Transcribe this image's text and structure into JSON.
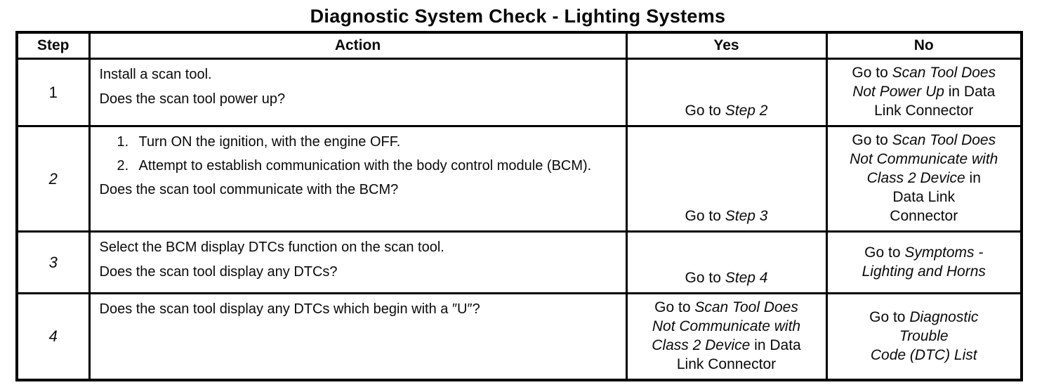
{
  "title": "Diagnostic System Check - Lighting Systems",
  "table": {
    "headers": [
      "Step",
      "Action",
      "Yes",
      "No"
    ],
    "rows": [
      {
        "step": {
          "text": "1",
          "italic": false
        },
        "action": [
          {
            "kind": "text",
            "text": "Install a scan tool."
          },
          {
            "kind": "text",
            "text": "Does the scan tool power up?"
          }
        ],
        "yes": {
          "valign": "bottom",
          "lines": [
            [
              {
                "t": "Go to ",
                "i": false
              },
              {
                "t": "Step 2",
                "i": true
              }
            ]
          ]
        },
        "no": {
          "valign": "top",
          "lines": [
            [
              {
                "t": "Go to ",
                "i": false
              },
              {
                "t": "Scan Tool Does",
                "i": true
              }
            ],
            [
              {
                "t": "Not Power Up",
                "i": true
              },
              {
                "t": " in Data",
                "i": false
              }
            ],
            [
              {
                "t": "Link Connector",
                "i": false
              }
            ]
          ]
        }
      },
      {
        "step": {
          "text": "2",
          "italic": true
        },
        "action": [
          {
            "kind": "numbered",
            "num": "1.",
            "text": "Turn ON the ignition, with the engine OFF."
          },
          {
            "kind": "numbered",
            "num": "2.",
            "text": "Attempt to establish communication with the body control module (BCM)."
          },
          {
            "kind": "text",
            "text": "Does the scan tool communicate with the BCM?"
          }
        ],
        "yes": {
          "valign": "bottom",
          "lines": [
            [
              {
                "t": "Go to ",
                "i": false
              },
              {
                "t": "Step 3",
                "i": true
              }
            ]
          ]
        },
        "no": {
          "valign": "top",
          "lines": [
            [
              {
                "t": "Go to ",
                "i": false
              },
              {
                "t": "Scan Tool Does",
                "i": true
              }
            ],
            [
              {
                "t": "Not Communicate with",
                "i": true
              }
            ],
            [
              {
                "t": "Class 2 Device",
                "i": true
              },
              {
                "t": " in",
                "i": false
              }
            ],
            [
              {
                "t": "Data Link",
                "i": false
              }
            ],
            [
              {
                "t": "Connector",
                "i": false
              }
            ]
          ]
        }
      },
      {
        "step": {
          "text": "3",
          "italic": true
        },
        "action": [
          {
            "kind": "text",
            "text": "Select the BCM display DTCs function on the scan tool."
          },
          {
            "kind": "text",
            "text": "Does the scan tool display any DTCs?"
          }
        ],
        "yes": {
          "valign": "bottom",
          "lines": [
            [
              {
                "t": "Go to ",
                "i": false
              },
              {
                "t": "Step 4",
                "i": true
              }
            ]
          ]
        },
        "no": {
          "valign": "center",
          "lines": [
            [
              {
                "t": "Go to ",
                "i": false
              },
              {
                "t": "Symptoms -",
                "i": true
              }
            ],
            [
              {
                "t": "Lighting and Horns",
                "i": true
              }
            ]
          ]
        }
      },
      {
        "step": {
          "text": "4",
          "italic": true
        },
        "action": [
          {
            "kind": "text",
            "text": "Does the scan tool display any DTCs which begin with a ″U″?"
          }
        ],
        "yes": {
          "valign": "center",
          "lines": [
            [
              {
                "t": "Go to ",
                "i": false
              },
              {
                "t": "Scan Tool Does",
                "i": true
              }
            ],
            [
              {
                "t": "Not Communicate with",
                "i": true
              }
            ],
            [
              {
                "t": "Class 2 Device",
                "i": true
              },
              {
                "t": " in Data",
                "i": false
              }
            ],
            [
              {
                "t": "Link Connector",
                "i": false
              }
            ]
          ]
        },
        "no": {
          "valign": "center",
          "lines": [
            [
              {
                "t": "Go to ",
                "i": false
              },
              {
                "t": "Diagnostic",
                "i": true
              }
            ],
            [
              {
                "t": "Trouble",
                "i": true
              }
            ],
            [
              {
                "t": "Code (DTC) List",
                "i": true
              }
            ]
          ]
        }
      }
    ]
  }
}
